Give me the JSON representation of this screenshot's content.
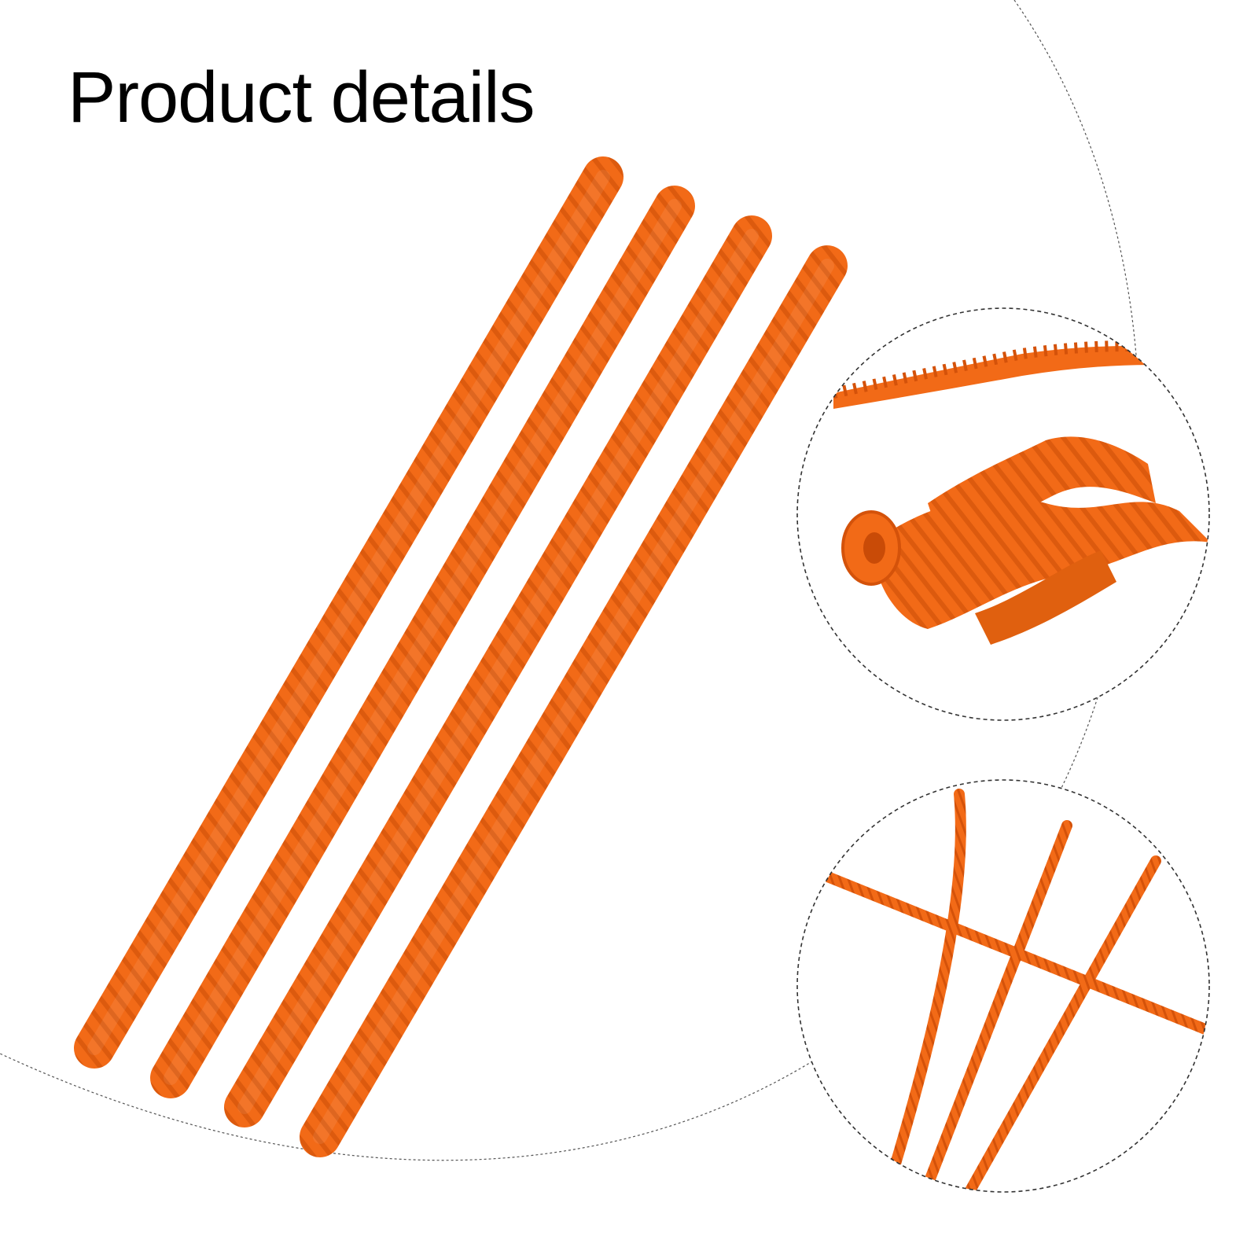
{
  "page": {
    "title": "Product details"
  },
  "product": {
    "color": "#f26a17",
    "color_dark": "#d4520a",
    "strip_count": 4
  },
  "callouts": [
    {
      "name": "detail-closeup-twisted",
      "description_icon": "zoom-detail-icon"
    },
    {
      "name": "detail-closeup-crossed",
      "description_icon": "zoom-detail-icon"
    }
  ]
}
